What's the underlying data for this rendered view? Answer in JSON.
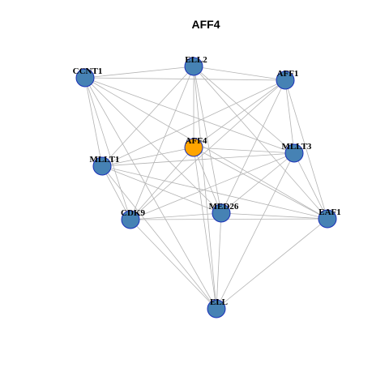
{
  "title": "AFF4",
  "colors": {
    "hub_node": "#ffa500",
    "node": "#4682b4",
    "node_border": "#1a2fb8",
    "edge": "#b3b3b3"
  },
  "nodes": [
    {
      "id": "AFF4",
      "label": "AFF4",
      "hub": true
    },
    {
      "id": "CCNT1",
      "label": "CCNT1",
      "hub": false
    },
    {
      "id": "ELL2",
      "label": "ELL2",
      "hub": false
    },
    {
      "id": "AFF1",
      "label": "AFF1",
      "hub": false
    },
    {
      "id": "MLLT3",
      "label": "MLLT3",
      "hub": false
    },
    {
      "id": "MLLT1",
      "label": "MLLT1",
      "hub": false
    },
    {
      "id": "CDK9",
      "label": "CDK9",
      "hub": false
    },
    {
      "id": "MED26",
      "label": "MED26",
      "hub": false
    },
    {
      "id": "EAF1",
      "label": "EAF1",
      "hub": false
    },
    {
      "id": "ELL",
      "label": "ELL",
      "hub": false
    }
  ],
  "edges": [
    [
      "CCNT1",
      "ELL2"
    ],
    [
      "CCNT1",
      "AFF1"
    ],
    [
      "CCNT1",
      "MLLT3"
    ],
    [
      "CCNT1",
      "MLLT1"
    ],
    [
      "CCNT1",
      "CDK9"
    ],
    [
      "CCNT1",
      "MED26"
    ],
    [
      "CCNT1",
      "EAF1"
    ],
    [
      "CCNT1",
      "ELL"
    ],
    [
      "ELL2",
      "AFF1"
    ],
    [
      "ELL2",
      "MLLT3"
    ],
    [
      "ELL2",
      "MLLT1"
    ],
    [
      "ELL2",
      "CDK9"
    ],
    [
      "ELL2",
      "MED26"
    ],
    [
      "ELL2",
      "EAF1"
    ],
    [
      "ELL2",
      "ELL"
    ],
    [
      "ELL2",
      "AFF4"
    ],
    [
      "AFF1",
      "MLLT3"
    ],
    [
      "AFF1",
      "MLLT1"
    ],
    [
      "AFF1",
      "CDK9"
    ],
    [
      "AFF1",
      "MED26"
    ],
    [
      "AFF1",
      "EAF1"
    ],
    [
      "AFF1",
      "AFF4"
    ],
    [
      "AFF4",
      "MLLT3"
    ],
    [
      "AFF4",
      "MLLT1"
    ],
    [
      "AFF4",
      "CDK9"
    ],
    [
      "AFF4",
      "MED26"
    ],
    [
      "AFF4",
      "EAF1"
    ],
    [
      "AFF4",
      "ELL"
    ],
    [
      "MLLT3",
      "MLLT1"
    ],
    [
      "MLLT3",
      "CDK9"
    ],
    [
      "MLLT3",
      "MED26"
    ],
    [
      "MLLT3",
      "EAF1"
    ],
    [
      "MLLT3",
      "ELL"
    ],
    [
      "MLLT1",
      "CDK9"
    ],
    [
      "MLLT1",
      "MED26"
    ],
    [
      "MLLT1",
      "EAF1"
    ],
    [
      "MLLT1",
      "ELL"
    ],
    [
      "CDK9",
      "MED26"
    ],
    [
      "CDK9",
      "EAF1"
    ],
    [
      "CDK9",
      "ELL"
    ],
    [
      "MED26",
      "EAF1"
    ],
    [
      "MED26",
      "ELL"
    ],
    [
      "EAF1",
      "ELL"
    ]
  ]
}
